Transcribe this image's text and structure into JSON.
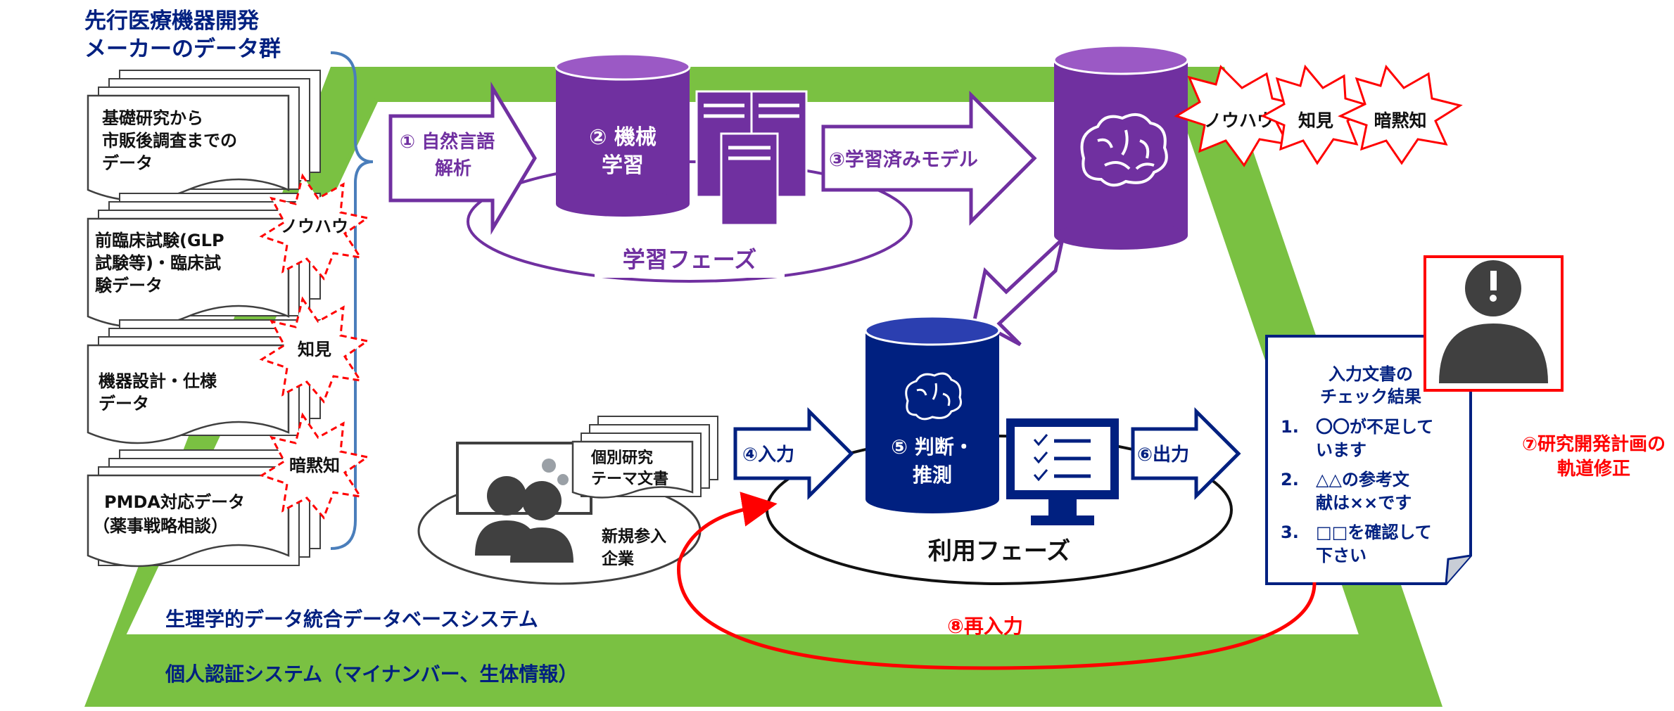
{
  "header": {
    "line1": "先行医療機器開発",
    "line2": "メーカーのデータ群"
  },
  "data_groups": [
    {
      "lines": [
        "基礎研究から",
        "市販後調査までの",
        "データ"
      ]
    },
    {
      "lines": [
        "前臨床試験(GLP",
        "試験等)・臨床試",
        "験データ"
      ]
    },
    {
      "lines": [
        "機器設計・仕様",
        "データ"
      ]
    },
    {
      "lines": [
        "PMDA対応データ",
        "（薬事戦略相談）"
      ]
    }
  ],
  "knowledge_tags": [
    "ノウハウ",
    "知見",
    "暗黙知"
  ],
  "steps": {
    "step1": [
      "① 自然言語",
      "解析"
    ],
    "step2": [
      "② 機械",
      "学習"
    ],
    "step3": "③学習済みモデル",
    "step4": "④入力",
    "step5": [
      "⑤ 判断・",
      "推測"
    ],
    "step6": "⑥出力",
    "step7": [
      "⑦研究開発計画の",
      "軌道修正"
    ],
    "step8": "⑧再入力"
  },
  "phases": {
    "learning": "学習フェーズ",
    "usage": "利用フェーズ"
  },
  "research_doc": [
    "個別研究",
    "テーマ文書"
  ],
  "new_company": [
    "新規参入",
    "企業"
  ],
  "result": {
    "title": [
      "入力文書の",
      "チェック結果"
    ],
    "items": [
      {
        "num": "1.",
        "lines": [
          "〇〇が不足して",
          "います"
        ]
      },
      {
        "num": "2.",
        "lines": [
          "△△の参考文",
          "献は××です"
        ]
      },
      {
        "num": "3.",
        "lines": [
          "□□を確認して",
          "下さい"
        ]
      }
    ]
  },
  "systems": {
    "inner": "生理学的データ統合データベースシステム",
    "outer": "個人認証システム（マイナンバー、生体情報）"
  },
  "colors": {
    "purple": "#7030a0",
    "navy": "#002080",
    "red": "#ff0000",
    "green": "#7ac142",
    "gray": "#404040"
  }
}
